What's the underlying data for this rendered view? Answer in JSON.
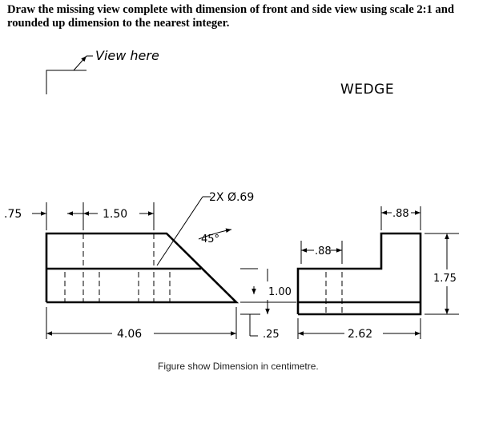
{
  "instruction": "Draw the missing view complete with dimension of front and side view using scale 2:1 and rounded up dimension to the nearest integer.",
  "view_label": "View here",
  "title": "WEDGE",
  "caption": "Figure show Dimension in centimetre.",
  "front_view": {
    "hole_note": "2X Ø.69",
    "angle": "45°",
    "left_offset": ".75",
    "hole_spacing": "1.50",
    "overall_length": "4.06",
    "height": "1.00",
    "base_thickness": ".25"
  },
  "side_view": {
    "upright_width_top": ".88",
    "slot_width": ".88",
    "overall_height": "1.75",
    "overall_width": "2.62"
  },
  "colors": {
    "line": "#000000",
    "background": "#ffffff"
  }
}
